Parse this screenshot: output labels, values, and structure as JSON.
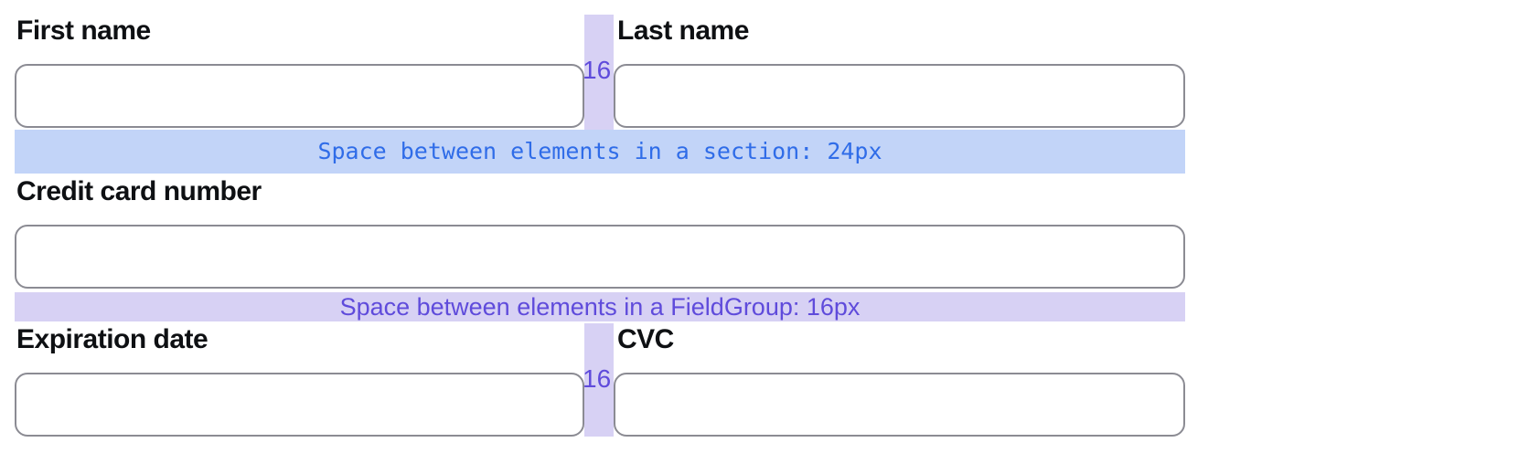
{
  "colors": {
    "section_band_bg": "#c2d4f8",
    "section_band_text": "#2f6ce8",
    "group_band_bg": "#d7d1f4",
    "group_accent_text": "#5f4bdb",
    "input_border": "#8b8b93",
    "label_text": "#0e1013"
  },
  "form": {
    "first_name": {
      "label": "First name",
      "value": "",
      "placeholder": ""
    },
    "last_name": {
      "label": "Last name",
      "value": "",
      "placeholder": ""
    },
    "credit_card": {
      "label": "Credit card number",
      "value": "",
      "placeholder": ""
    },
    "expiration": {
      "label": "Expiration date",
      "value": "",
      "placeholder": ""
    },
    "cvc": {
      "label": "CVC",
      "value": "",
      "placeholder": ""
    }
  },
  "annotations": {
    "section_spacer_label": "Space between elements in a section: 24px",
    "group_spacer_label": "Space between elements in a FieldGroup: 16px",
    "column_gap_value_top": "16",
    "column_gap_value_bottom": "16"
  }
}
